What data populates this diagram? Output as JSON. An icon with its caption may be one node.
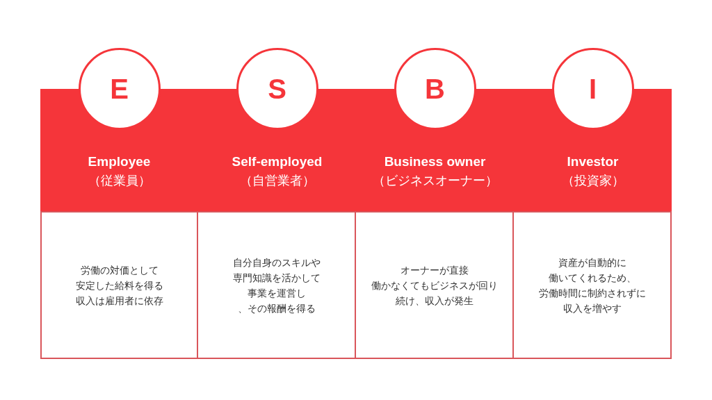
{
  "diagram": {
    "nodes": [
      {
        "text": [
          "E"
        ]
      },
      {
        "text": [
          "S"
        ]
      },
      {
        "text": [
          "B"
        ]
      },
      {
        "text": [
          "I"
        ]
      },
      {
        "text": [
          "Employee",
          "（従業員）"
        ]
      },
      {
        "text": [
          "Self-employed",
          "（自営業者）"
        ]
      },
      {
        "text": [
          "Business owner",
          "（ビジネスオーナー）"
        ]
      },
      {
        "text": [
          "Investor",
          "（投資家）"
        ]
      },
      {
        "text": [
          "労働の対価として安定した給料を得る収入は雇用者に依存"
        ]
      },
      {
        "text": [
          "自分自身のスキルや専門知識を活かして事業を運営し、その報酬を得る"
        ]
      },
      {
        "text": [
          "オーナーが直接働かなくてもビジネスが回り続け、収入が発生"
        ]
      },
      {
        "text": [
          "資産が自動的に働いてくれるため、労働時間に制約されずに収入を増やす"
        ]
      }
    ],
    "edges": []
  }
}
